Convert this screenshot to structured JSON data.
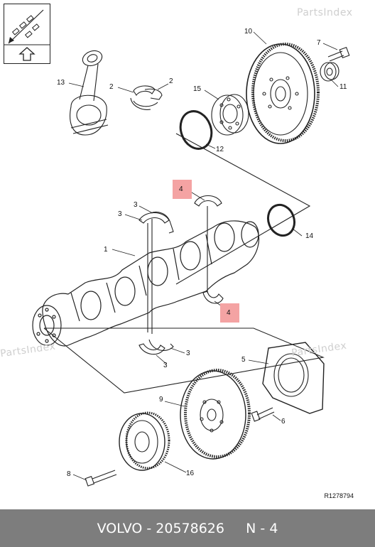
{
  "callouts": {
    "c1": "1",
    "c2a": "2",
    "c2b": "2",
    "c3a": "3",
    "c3b": "3",
    "c3c": "3",
    "c3d": "3",
    "c4a": "4",
    "c4b": "4",
    "c5": "5",
    "c6": "6",
    "c7": "7",
    "c8": "8",
    "c9": "9",
    "c10": "10",
    "c11": "11",
    "c12": "12",
    "c13": "13",
    "c14": "14",
    "c15": "15",
    "c16": "16"
  },
  "watermark": "PartsIndex",
  "reference_code": "R1278794",
  "footer": {
    "text": "VOLVO - 20578626     N - 4"
  },
  "colors": {
    "highlight": "#f4a3a3",
    "footer_bg": "#7d7d7d",
    "line": "#222222"
  }
}
